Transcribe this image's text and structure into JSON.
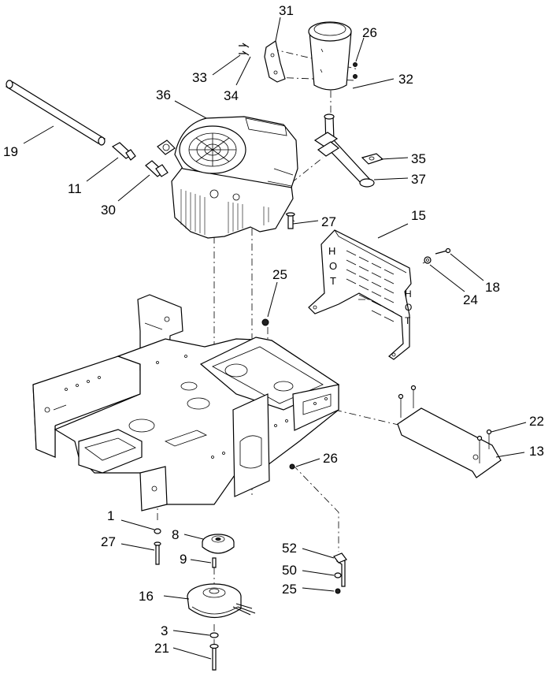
{
  "diagram": {
    "callouts": [
      {
        "id": "c31",
        "text": "31"
      },
      {
        "id": "c26a",
        "text": "26"
      },
      {
        "id": "c33",
        "text": "33"
      },
      {
        "id": "c34",
        "text": "34"
      },
      {
        "id": "c32",
        "text": "32"
      },
      {
        "id": "c36",
        "text": "36"
      },
      {
        "id": "c19",
        "text": "19"
      },
      {
        "id": "c35",
        "text": "35"
      },
      {
        "id": "c11",
        "text": "11"
      },
      {
        "id": "c37",
        "text": "37"
      },
      {
        "id": "c30",
        "text": "30"
      },
      {
        "id": "c27a",
        "text": "27"
      },
      {
        "id": "c15",
        "text": "15"
      },
      {
        "id": "c18",
        "text": "18"
      },
      {
        "id": "c24",
        "text": "24"
      },
      {
        "id": "c25a",
        "text": "25"
      },
      {
        "id": "c22",
        "text": "22"
      },
      {
        "id": "c13",
        "text": "13"
      },
      {
        "id": "c26b",
        "text": "26"
      },
      {
        "id": "c1",
        "text": "1"
      },
      {
        "id": "c8",
        "text": "8"
      },
      {
        "id": "c27b",
        "text": "27"
      },
      {
        "id": "c9",
        "text": "9"
      },
      {
        "id": "c52",
        "text": "52"
      },
      {
        "id": "c50",
        "text": "50"
      },
      {
        "id": "c25b",
        "text": "25"
      },
      {
        "id": "c16",
        "text": "16"
      },
      {
        "id": "c3",
        "text": "3"
      },
      {
        "id": "c21",
        "text": "21"
      }
    ],
    "shield_text": [
      "H",
      "O",
      "T"
    ]
  }
}
